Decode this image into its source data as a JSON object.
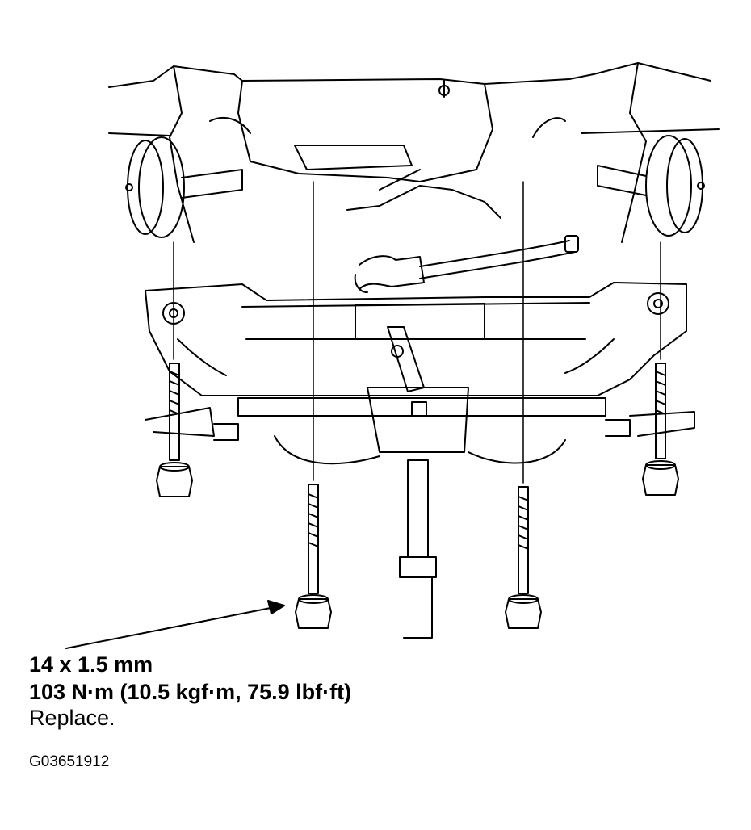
{
  "callout": {
    "size": "14 x 1.5 mm",
    "torque": "103 N·m (10.5 kgf·m, 75.9 lbf·ft)",
    "note": "Replace."
  },
  "figure_id": "G03651912",
  "colors": {
    "ink": "#000000",
    "paper": "#ffffff"
  }
}
